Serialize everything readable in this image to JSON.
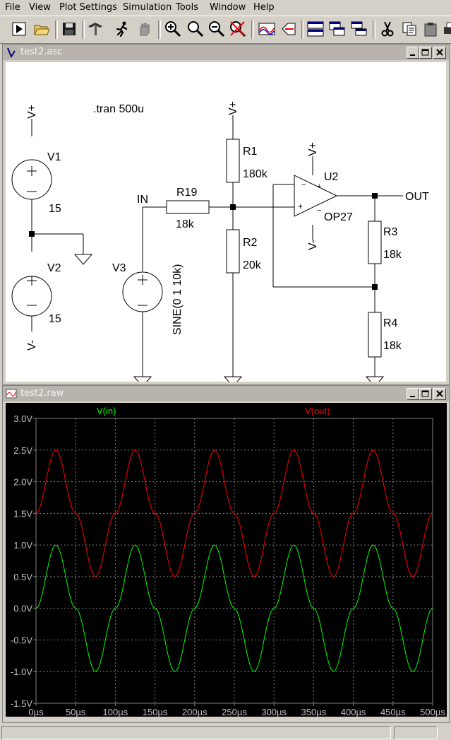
{
  "menu": [
    "File",
    "View",
    "Plot Settings",
    "Simulation",
    "Tools",
    "Window",
    "Help"
  ],
  "toolbar": {
    "icons": [
      "run-icon",
      "open-icon",
      "save-icon",
      "control-panel-icon",
      "run-man-icon",
      "halt-icon",
      "zoom-in-icon",
      "zoom-area-icon",
      "zoom-out-icon",
      "zoom-cancel-icon",
      "autorange-icon",
      "mark-icon",
      "tile-horizontal-icon",
      "cascade-icon",
      "tile-vertical-icon",
      "cut-icon",
      "copy-icon",
      "paste-icon",
      "print-icon"
    ]
  },
  "schematic": {
    "title": "test2.asc",
    "directive": ".tran 500u",
    "nets": {
      "in": "IN",
      "out": "OUT"
    },
    "v1": {
      "name": "V1",
      "value": "15",
      "top": "V+"
    },
    "v2": {
      "name": "V2",
      "value": "15",
      "bottom": "V-"
    },
    "v3": {
      "name": "V3",
      "value": "SINE(0 1 10k)"
    },
    "r19": {
      "name": "R19",
      "value": "18k"
    },
    "r1": {
      "name": "R1",
      "value": "180k",
      "top": "V+"
    },
    "r2": {
      "name": "R2",
      "value": "20k"
    },
    "r3": {
      "name": "R3",
      "value": "18k"
    },
    "r4": {
      "name": "R4",
      "value": "18k"
    },
    "u2": {
      "name": "U2",
      "model": "OP27",
      "vplus": "V+",
      "vminus": "V-",
      "minus": "−",
      "plus": "+"
    }
  },
  "plot": {
    "title": "test2.raw"
  },
  "chart_data": {
    "type": "line",
    "x": [
      0,
      25,
      50,
      75,
      100,
      125,
      150,
      175,
      200,
      225,
      250,
      275,
      300,
      325,
      350,
      375,
      400,
      425,
      450,
      475,
      500
    ],
    "xunit": "µs",
    "xticks": [
      "0µs",
      "50µs",
      "100µs",
      "150µs",
      "200µs",
      "250µs",
      "300µs",
      "350µs",
      "400µs",
      "450µs",
      "500µs"
    ],
    "xlim": [
      0,
      500
    ],
    "yticks": [
      "3.0V",
      "2.5V",
      "2.0V",
      "1.5V",
      "1.0V",
      "0.5V",
      "0.0V",
      "-0.5V",
      "-1.0V",
      "-1.5V"
    ],
    "ylim": [
      -1.5,
      3.0
    ],
    "grid": true,
    "series": [
      {
        "name": "V(in)",
        "color": "#00ff00",
        "values": [
          0,
          1,
          0,
          -1,
          0,
          1,
          0,
          -1,
          0,
          1,
          0,
          -1,
          0,
          1,
          0,
          -1,
          0,
          1,
          0,
          -1,
          0
        ]
      },
      {
        "name": "V(out)",
        "color": "#ff0000",
        "values": [
          1.5,
          2.5,
          1.5,
          0.5,
          1.5,
          2.5,
          1.5,
          0.5,
          1.5,
          2.5,
          1.5,
          0.5,
          1.5,
          2.5,
          1.5,
          0.5,
          1.5,
          2.5,
          1.5,
          0.5,
          1.5
        ]
      }
    ]
  }
}
